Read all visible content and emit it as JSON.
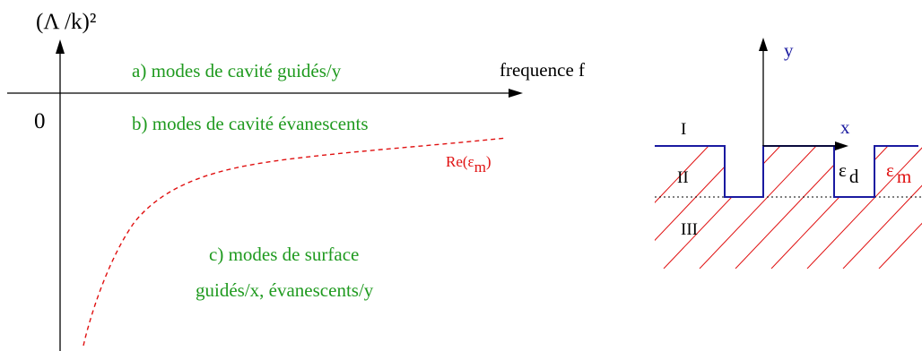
{
  "colors": {
    "axes": "#000000",
    "mode_labels": "#1f9a1f",
    "curve": "#e01010",
    "profile": "#1a1aa0",
    "hatch": "#e01010",
    "dotted": "#000000"
  },
  "left_plot": {
    "y_axis_label": "(Λ /k)²",
    "x_axis_label": "frequence f",
    "zero_label": "0",
    "mode_a": "a) modes de cavité guidés/y",
    "mode_b": "b) modes de cavité évanescents",
    "mode_c_line1": "c) modes de surface",
    "mode_c_line2": "guidés/x, évanescents/y",
    "curve_label_prefix": "Re(ε",
    "curve_label_sub": "m",
    "curve_label_suffix": ")"
  },
  "right_diagram": {
    "y_label": "y",
    "x_label": "x",
    "region_1": "I",
    "region_2": "II",
    "region_3": "III",
    "eps_d_main": "ε",
    "eps_d_sub": "d",
    "eps_m_main": "ε",
    "eps_m_sub": "m"
  }
}
